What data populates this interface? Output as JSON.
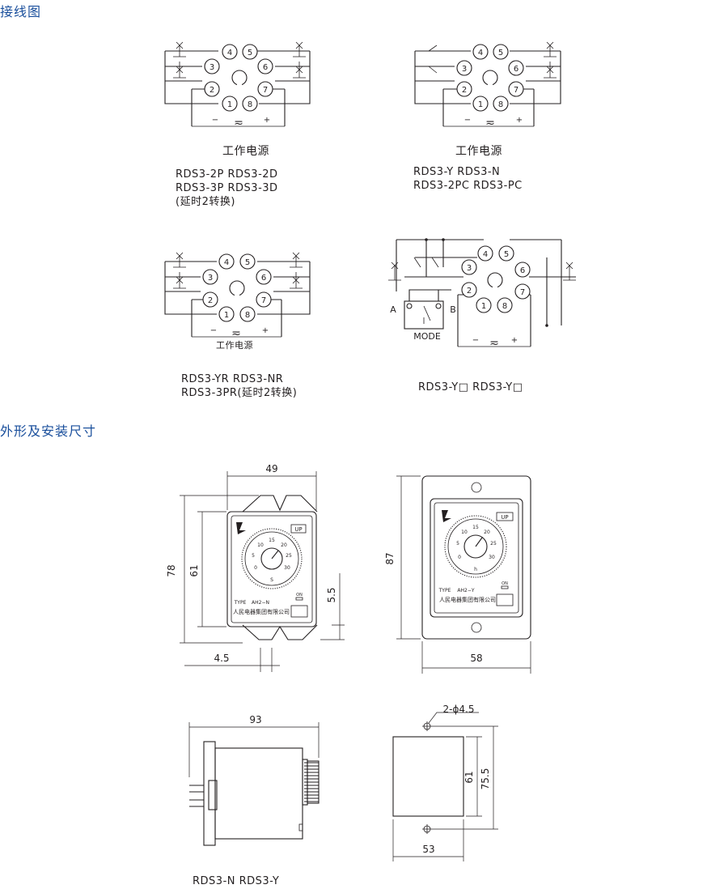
{
  "sections": {
    "wiring": "接线图",
    "dimensions": "外形及安装尺寸"
  },
  "pin_numbers": [
    "1",
    "2",
    "3",
    "4",
    "5",
    "6",
    "7",
    "8"
  ],
  "power": {
    "minus": "−",
    "ac": "≂",
    "plus": "+",
    "label": "工作电源"
  },
  "diagram1": {
    "caption_title": "工作电源",
    "models": [
      "RDS3-2P   RDS3-2D",
      "RDS3-3P   RDS3-3D",
      "(延时2转换)"
    ]
  },
  "diagram2": {
    "caption_title": "工作电源",
    "models": [
      "RDS3-Y      RDS3-N",
      "RDS3-2PC   RDS3-PC"
    ]
  },
  "diagram3": {
    "power_label": "工作电源",
    "models": [
      "RDS3-YR   RDS3-NR",
      "RDS3-3PR(延时2转换)"
    ]
  },
  "diagram4": {
    "label_a": "A",
    "label_b": "B",
    "mode": "MODE",
    "models": "RDS3-Y□   RDS3-Y□"
  },
  "front_view": {
    "width": "49",
    "height_outer": "78",
    "height_inner": "61",
    "offset": "5.5",
    "foot": "4.5",
    "up": "UP",
    "type": "TYPE",
    "model": "AH2−N",
    "on": "ON",
    "maker": "人民电器集团有限公司",
    "dial": [
      "0",
      "5",
      "10",
      "15",
      "20",
      "25",
      "30"
    ],
    "dial_bottom": "S"
  },
  "panel_view": {
    "height": "87",
    "width": "58",
    "up": "UP",
    "type": "TYPE",
    "model": "AH2−Y",
    "on": "ON",
    "maker": "人民电器集团有限公司",
    "dial": [
      "0",
      "5",
      "10",
      "15",
      "20",
      "25",
      "30"
    ],
    "dial_bottom": "h"
  },
  "side_view": {
    "length": "93"
  },
  "cutout_view": {
    "hole": "2-ϕ4.5",
    "h1": "61",
    "h2": "75.5",
    "width": "53"
  },
  "bottom_models": "RDS3-N      RDS3-Y"
}
